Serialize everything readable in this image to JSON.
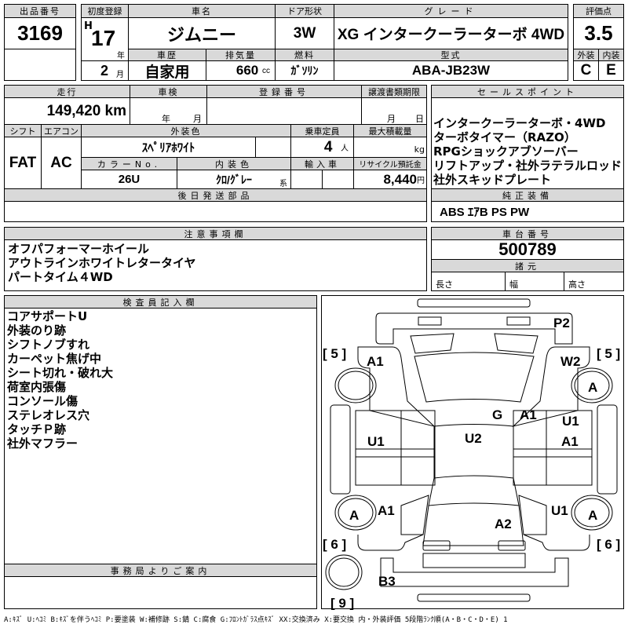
{
  "lot": {
    "label": "出品番号",
    "value": "3169"
  },
  "first_reg": {
    "label": "初度登録",
    "era": "H",
    "year": "17",
    "year_unit": "年",
    "month": "2",
    "month_unit": "月"
  },
  "car_name": {
    "label": "車名",
    "value": "ジムニー"
  },
  "door": {
    "label": "ドア形状",
    "value": "3W"
  },
  "grade": {
    "label": "グレード",
    "value": "XG インタークーラーターボ 4WD"
  },
  "score": {
    "label": "評価点",
    "value": "3.5",
    "ext_label": "外装",
    "int_label": "内装",
    "ext": "C",
    "int": "E"
  },
  "history": {
    "label": "車歴",
    "value": "自家用"
  },
  "displacement": {
    "label": "排気量",
    "value": "660",
    "unit": "cc"
  },
  "fuel": {
    "label": "燃料",
    "value": "ｶﾞｿﾘﾝ"
  },
  "model": {
    "label": "型式",
    "value": "ABA-JB23W"
  },
  "mileage": {
    "label": "走行",
    "value": "149,420 km"
  },
  "inspection": {
    "label": "車検",
    "year_unit": "年",
    "month_unit": "月"
  },
  "reg_no": {
    "label": "登録番号"
  },
  "transfer": {
    "label": "譲渡書類期限",
    "month_unit": "月",
    "day_unit": "日"
  },
  "shift": {
    "label": "シフト",
    "value": "FAT"
  },
  "ac": {
    "label": "エアコン",
    "value": "AC"
  },
  "ext_color": {
    "label": "外装色",
    "value": "ｽﾍﾟﾘｱﾎﾜｲﾄ"
  },
  "capacity": {
    "label": "乗車定員",
    "value": "4",
    "unit": "人"
  },
  "max_load": {
    "label": "最大積載量",
    "unit": "kg"
  },
  "color_no": {
    "label": "カラーNo.",
    "value": "26U"
  },
  "int_color": {
    "label": "内装色",
    "value": "ｸﾛ/ｸﾞﾚｰ",
    "unit": "系"
  },
  "import": {
    "label": "輸入車"
  },
  "recycle": {
    "label": "リサイクル預託金",
    "value": "8,440",
    "unit": "円"
  },
  "later_parts": {
    "label": "後日発送部品"
  },
  "sales_points": {
    "label": "セールスポイント",
    "items": [
      "インタークーラーターボ・4WD",
      "ターボタイマー（RAZO）",
      "RPGショックアブソーバー",
      "リフトアップ・社外ラテラルロッド",
      "社外スキッドプレート"
    ]
  },
  "equipment": {
    "label": "純正装備",
    "value": "ABS ｴｱB PS PW"
  },
  "notes": {
    "label": "注意事項欄",
    "items": [
      "オフパフォーマーホイール",
      "アウトラインホワイトレタータイヤ",
      "パートタイム４WD"
    ]
  },
  "chassis": {
    "label": "車台番号",
    "value": "500789"
  },
  "specs": {
    "label": "諸元",
    "length": "長さ",
    "width": "幅",
    "height": "高さ"
  },
  "inspector": {
    "label": "検査員記入欄",
    "items": [
      "コアサポートU",
      "外装のり跡",
      "シフトノブすれ",
      "カーペット焦げ中",
      "シート切れ・破れ大",
      "荷室内張傷",
      "コンソール傷",
      "ステレオレス穴",
      "タッチＰ跡",
      "社外マフラー"
    ]
  },
  "office": {
    "label": "事務局よりご案内"
  },
  "diagram": {
    "marks": [
      "P2",
      "[ 5 ]",
      "A1",
      "W2",
      "[ 5 ]",
      "A",
      "G",
      "A1",
      "U1",
      "U2",
      "U1",
      "A1",
      "A",
      "A1",
      "U1",
      "A",
      "A2",
      "[ 6 ]",
      "[ 6 ]",
      "B3",
      "[ 9 ]"
    ]
  },
  "legend": "A:ｷｽﾞ U:ﾍｺﾐ B:ｷｽﾞを伴うﾍｺﾐ P:要塗装 W:補修跡 S:錆 C:腐食 G:ﾌﾛﾝﾄｶﾞﾗｽ点ｷｽﾞ XX:交換済み X:要交換 内・外装評価 5段階ﾗﾝｸ順(A・B・C・D・E) 1"
}
